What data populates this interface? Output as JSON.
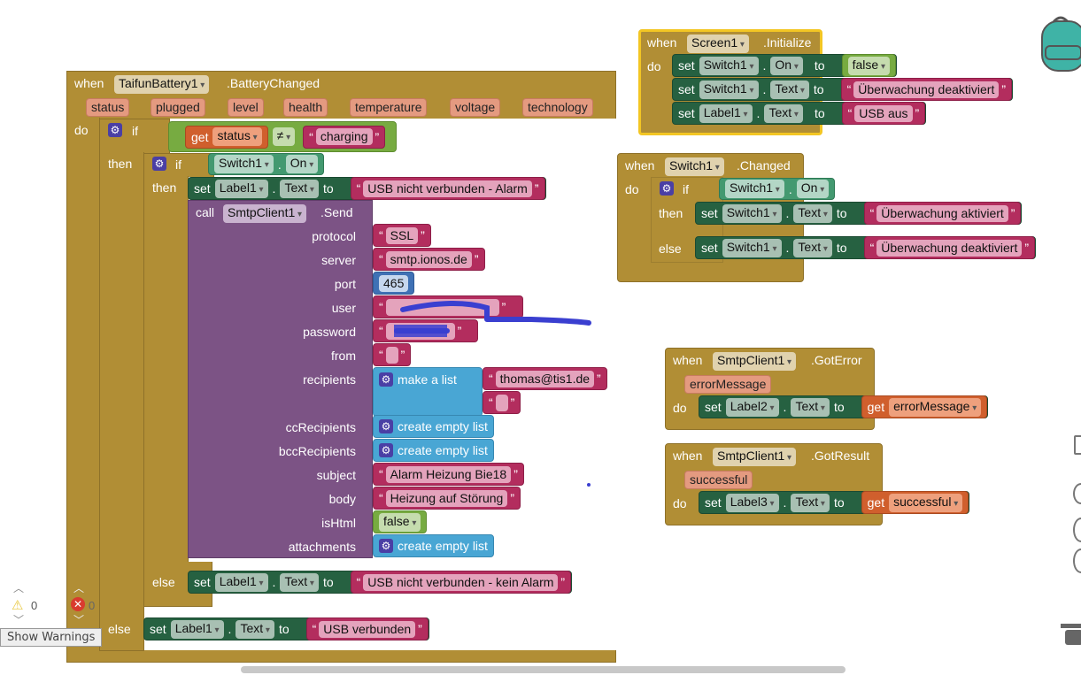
{
  "kw": {
    "when": "when",
    "do": "do",
    "then": "then",
    "else": "else",
    "if": "if",
    "set": "set",
    "to": "to",
    "call": "call",
    "get": "get",
    "dot": ".",
    "make_a_list": "make a list",
    "create_empty_list": "create empty list",
    "neq": "≠",
    "lq": "“",
    "rq": "”"
  },
  "battery_event": {
    "component": "TaifunBattery1",
    "event": ".BatteryChanged",
    "params": [
      "status",
      "plugged",
      "level",
      "health",
      "temperature",
      "voltage",
      "technology"
    ],
    "cond": {
      "var": "status",
      "value": "charging"
    },
    "inner_cond": {
      "component": "Switch1",
      "prop": "On"
    },
    "then_set": {
      "component": "Label1",
      "prop": "Text",
      "value": "USB nicht verbunden - Alarm"
    },
    "send": {
      "component": "SmtpClient1",
      "method": ".Send",
      "labels": [
        "protocol",
        "server",
        "port",
        "user",
        "password",
        "from",
        "recipients",
        "ccRecipients",
        "bccRecipients",
        "subject",
        "body",
        "isHtml",
        "attachments"
      ],
      "protocol": "SSL",
      "server": "smtp.ionos.de",
      "port": "465",
      "user": "",
      "password": "",
      "from": "",
      "recipients": [
        "thomas@tis1.de",
        ""
      ],
      "subject": "Alarm Heizung Bie18",
      "body": "Heizung auf Störung",
      "isHtml": "false"
    },
    "inner_else_set": {
      "component": "Label1",
      "prop": "Text",
      "value": "USB nicht verbunden - kein Alarm"
    },
    "outer_else_set": {
      "component": "Label1",
      "prop": "Text",
      "value": "USB verbunden"
    }
  },
  "init_event": {
    "component": "Screen1",
    "event": ".Initialize",
    "sets": [
      {
        "component": "Switch1",
        "prop": "On",
        "value": "false"
      },
      {
        "component": "Switch1",
        "prop": "Text",
        "value": "Überwachung deaktiviert"
      },
      {
        "component": "Label1",
        "prop": "Text",
        "value": "USB aus"
      }
    ]
  },
  "switch_event": {
    "component": "Switch1",
    "event": ".Changed",
    "cond": {
      "component": "Switch1",
      "prop": "On"
    },
    "then_set": {
      "component": "Switch1",
      "prop": "Text",
      "value": "Überwachung aktiviert"
    },
    "else_set": {
      "component": "Switch1",
      "prop": "Text",
      "value": "Überwachung deaktiviert"
    }
  },
  "error_event": {
    "component": "SmtpClient1",
    "event": ".GotError",
    "param": "errorMessage",
    "set": {
      "component": "Label2",
      "prop": "Text"
    },
    "get": "errorMessage"
  },
  "result_event": {
    "component": "SmtpClient1",
    "event": ".GotResult",
    "param": "successful",
    "set": {
      "component": "Label3",
      "prop": "Text"
    },
    "get": "successful"
  },
  "warnings": {
    "warning_count": "0",
    "error_count": "0",
    "show_warnings": "Show Warnings"
  }
}
